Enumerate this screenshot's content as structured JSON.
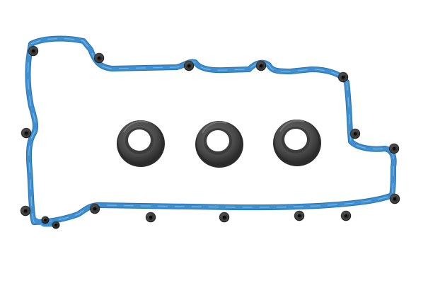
{
  "image": {
    "background_color": "#ffffff",
    "gasket": {
      "kind": "valve-cover-gasket",
      "color": "#3d8fd0",
      "edge_color": "#2a6fae",
      "highlight_color": "#8cc3ea"
    },
    "grommets": {
      "kind": "bolt-grommet",
      "count": 17,
      "color": "#1d1d1d",
      "ring_color": "#4a4a4a",
      "hole_color": "#0a0a0a"
    },
    "seals": {
      "kind": "spark-plug-tube-seal",
      "count": 3,
      "outer_color": "#2b2b2b",
      "face_color": "#595959",
      "inner_rim_color": "#3c3c3c",
      "hole_color": "#ffffff"
    }
  }
}
